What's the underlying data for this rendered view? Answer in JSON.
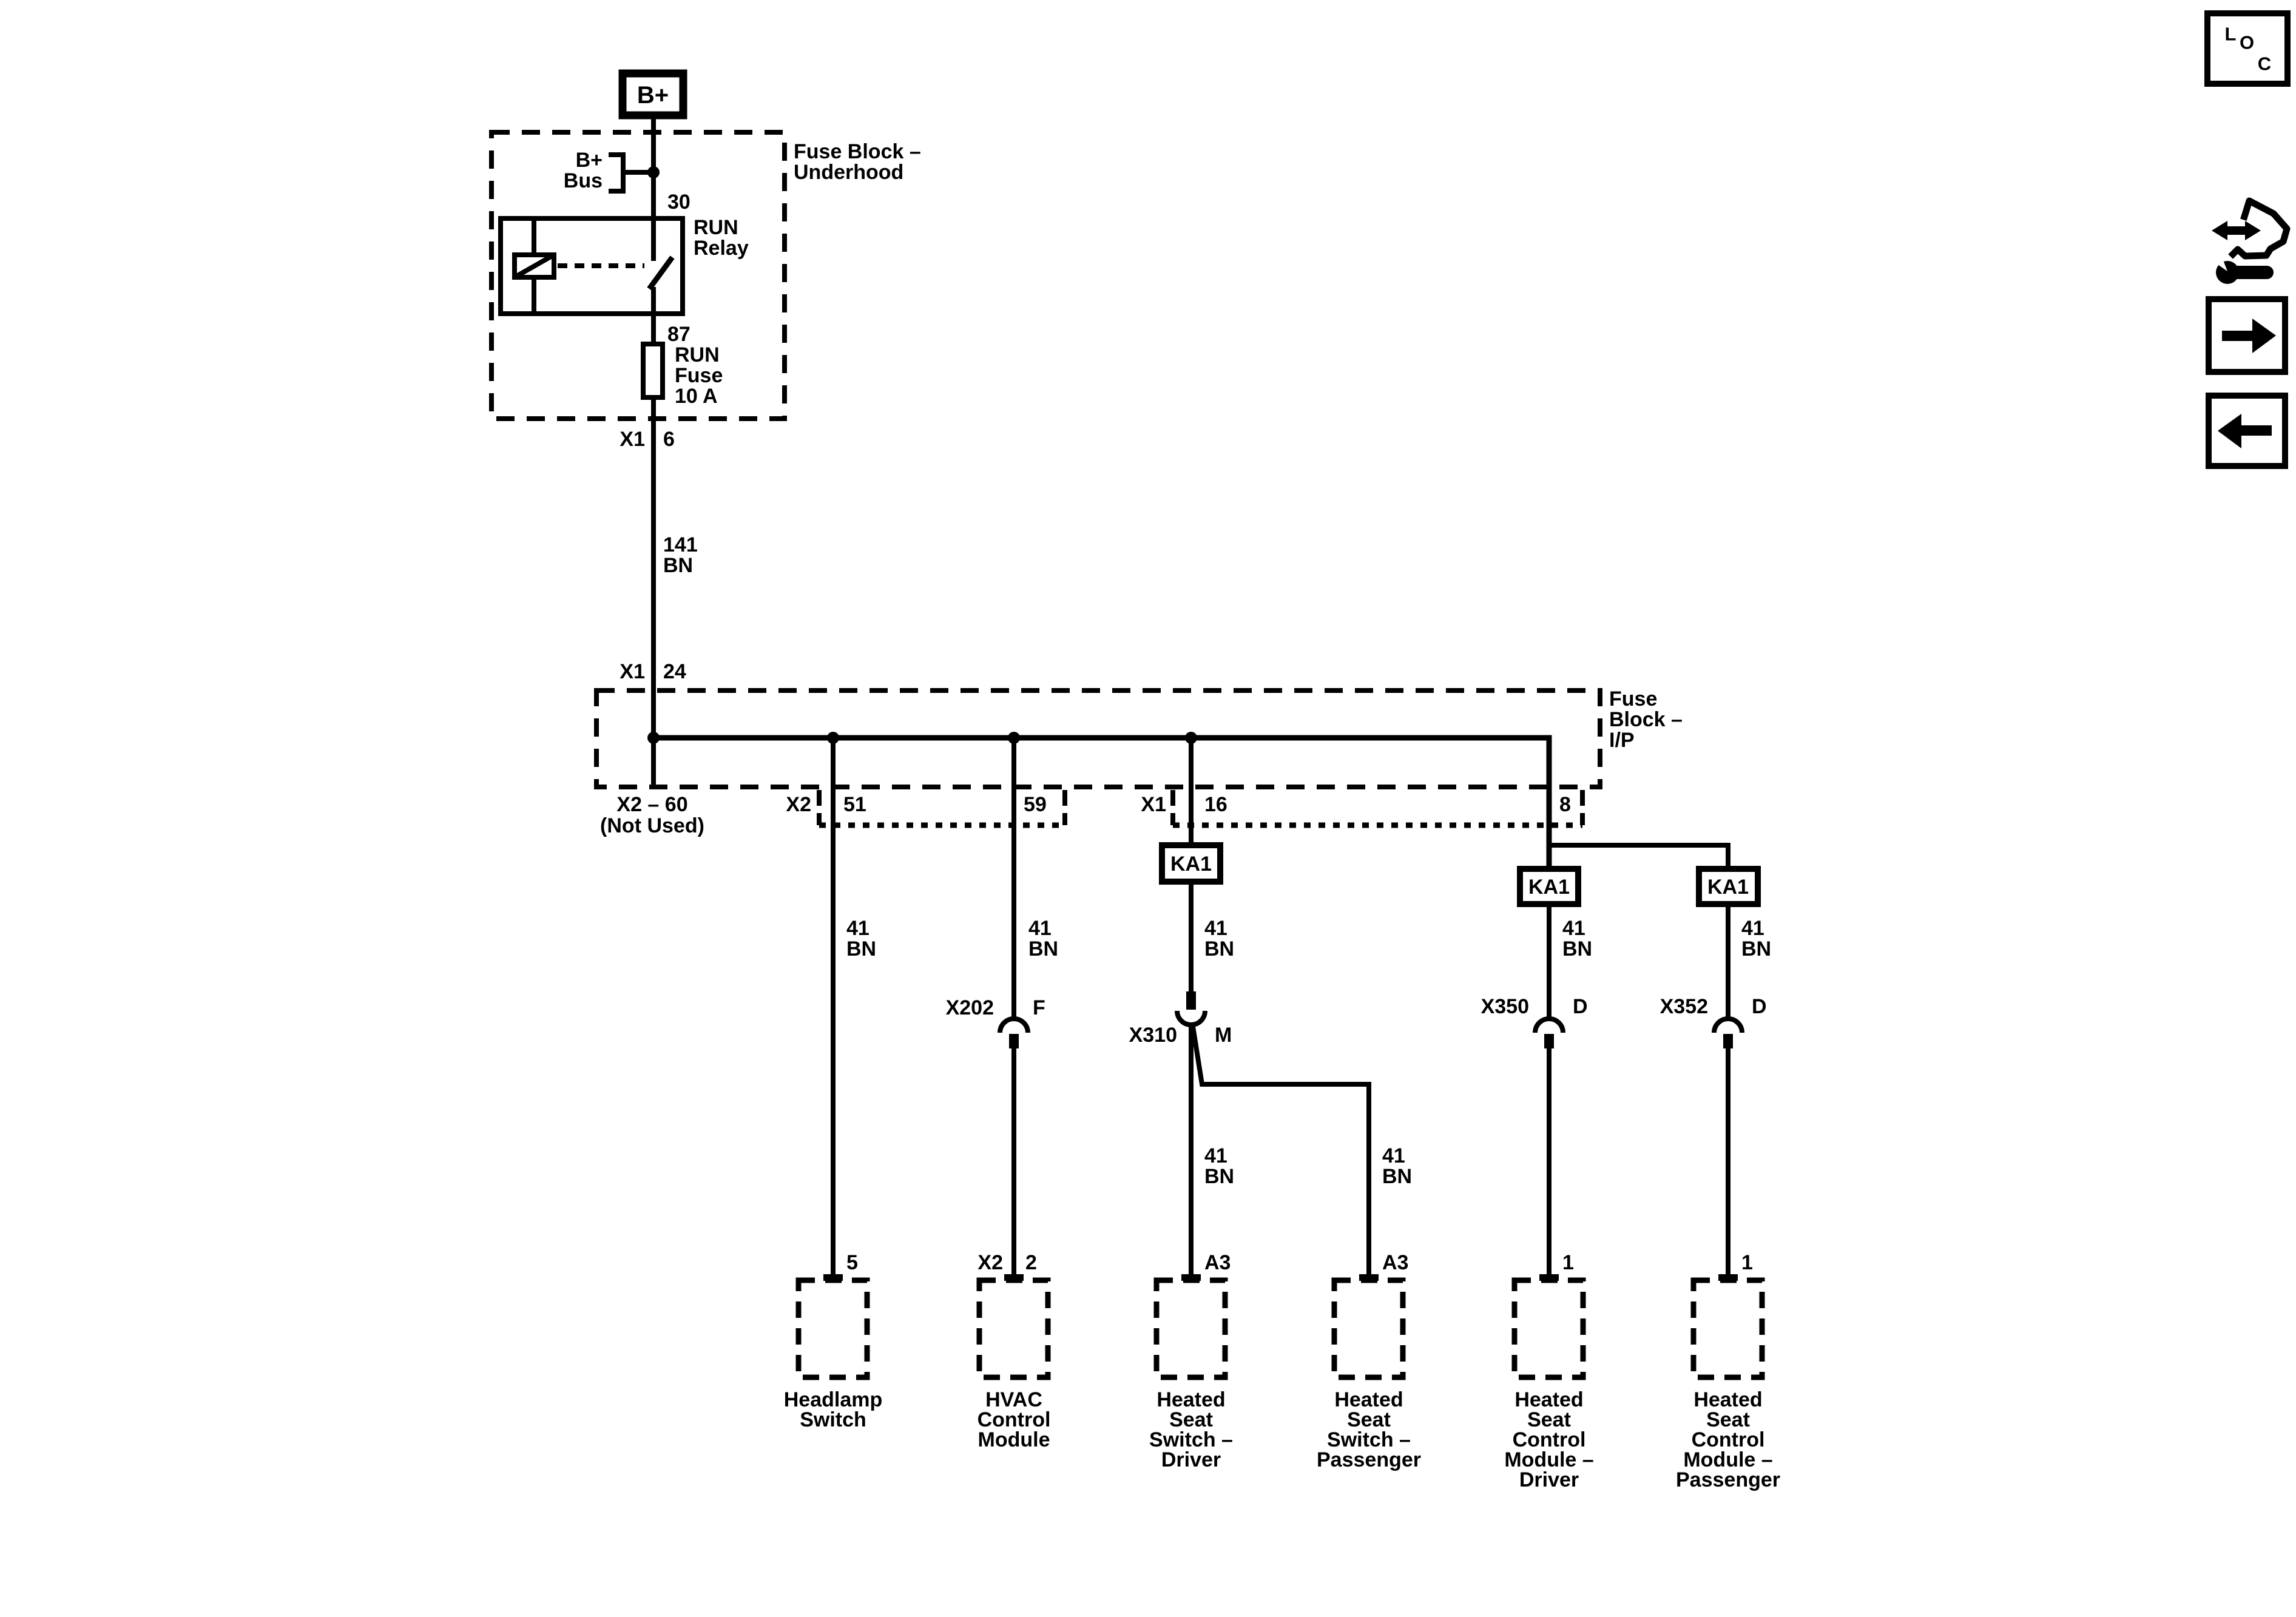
{
  "colors": {
    "ink": "#000000",
    "background": "#ffffff"
  },
  "power": {
    "b_plus": "B+"
  },
  "underhood_block": {
    "label": [
      "Fuse Block –",
      "Underhood"
    ],
    "bus_label": [
      "B+",
      "Bus"
    ],
    "relay": {
      "pin_in": "30",
      "pin_out": "87",
      "name": [
        "RUN",
        "Relay"
      ]
    },
    "fuse": {
      "name": [
        "RUN",
        "Fuse",
        "10 A"
      ]
    },
    "exit": {
      "conn": "X1",
      "pin": "6"
    }
  },
  "wire_trunk": {
    "circuit": "141",
    "color": "BN"
  },
  "ip_block": {
    "label": [
      "Fuse",
      "Block –",
      "I/P"
    ],
    "entry": {
      "conn": "X1",
      "pin": "24"
    },
    "not_used": [
      "X2 – 60",
      "(Not Used)"
    ],
    "x2_conn": {
      "label": "X2",
      "pins": [
        "51",
        "59"
      ]
    },
    "x1_conn": {
      "label": "X1",
      "pins": [
        "16",
        "8"
      ]
    }
  },
  "relay_ka1": "KA1",
  "wire_41": {
    "circuit": "41",
    "color": "BN"
  },
  "inline_connectors": [
    {
      "name": "X202",
      "pin": "F"
    },
    {
      "name": "X310",
      "pin": "M"
    },
    {
      "name": "X350",
      "pin": "D"
    },
    {
      "name": "X352",
      "pin": "D"
    }
  ],
  "loads": [
    {
      "pin": "5",
      "name": [
        "Headlamp",
        "Switch"
      ]
    },
    {
      "conn": "X2",
      "pin": "2",
      "name": [
        "HVAC",
        "Control",
        "Module"
      ]
    },
    {
      "pin": "A3",
      "name": [
        "Heated",
        "Seat",
        "Switch –",
        "Driver"
      ]
    },
    {
      "pin": "A3",
      "name": [
        "Heated",
        "Seat",
        "Switch –",
        "Passenger"
      ]
    },
    {
      "pin": "1",
      "name": [
        "Heated",
        "Seat",
        "Control",
        "Module –",
        "Driver"
      ]
    },
    {
      "pin": "1",
      "name": [
        "Heated",
        "Seat",
        "Control",
        "Module –",
        "Passenger"
      ]
    }
  ],
  "toolbar": {
    "loc": [
      "L",
      "O",
      "C"
    ]
  }
}
